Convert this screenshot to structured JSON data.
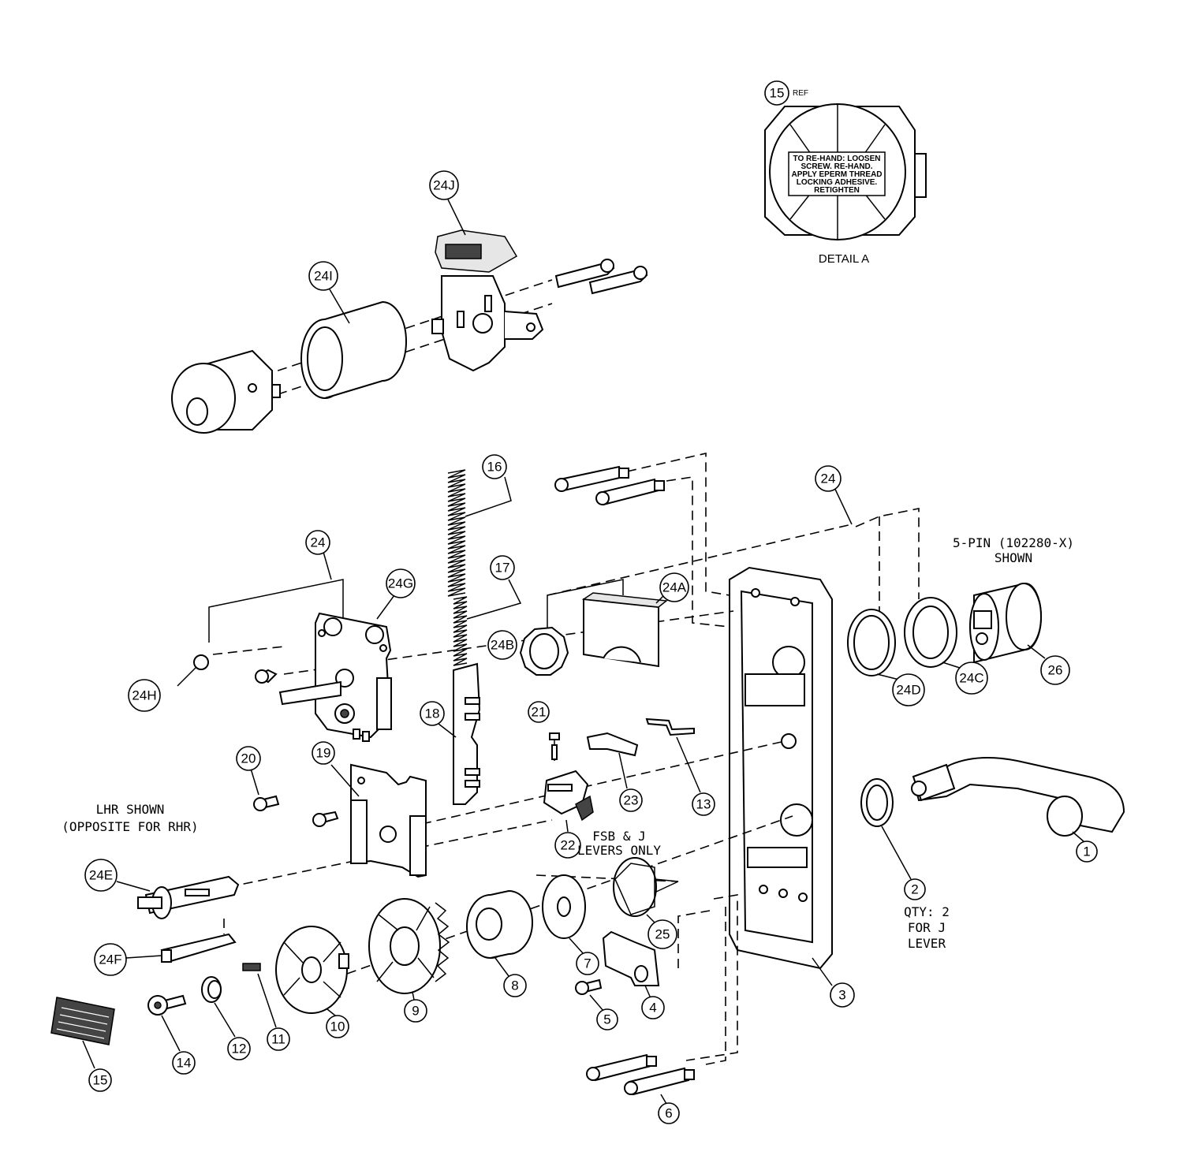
{
  "detail": {
    "caption": "DETAIL A",
    "ref_callout": "15",
    "ref_suffix": "REF",
    "label_lines": [
      "TO RE-HAND: LOOSEN",
      "SCREW. RE-HAND.",
      "APPLY EPERM THREAD",
      "LOCKING ADHESIVE.",
      "RETIGHTEN"
    ]
  },
  "notes": {
    "cylinder_line1": "5-PIN (102280-X)",
    "cylinder_line2": "SHOWN",
    "hand_line1": "LHR SHOWN",
    "hand_line2": "(OPPOSITE FOR RHR)",
    "fsb_line1": "FSB & J",
    "fsb_line2": "LEVERS ONLY",
    "qty_line1": "QTY: 2",
    "qty_line2": "FOR J",
    "qty_line3": "LEVER"
  },
  "callouts": {
    "c1": "1",
    "c2": "2",
    "c3": "3",
    "c4": "4",
    "c5": "5",
    "c6": "6",
    "c7": "7",
    "c8": "8",
    "c9": "9",
    "c10": "10",
    "c11": "11",
    "c12": "12",
    "c13": "13",
    "c14": "14",
    "c15": "15",
    "c16": "16",
    "c17": "17",
    "c18": "18",
    "c19": "19",
    "c20": "20",
    "c21": "21",
    "c22": "22",
    "c23": "23",
    "c24a": "24",
    "c24b": "24",
    "c24A": "24A",
    "c24B": "24B",
    "c24C": "24C",
    "c24D": "24D",
    "c24E": "24E",
    "c24F": "24F",
    "c24G": "24G",
    "c24H": "24H",
    "c24I": "24I",
    "c24J": "24J",
    "c25": "25",
    "c26": "26"
  }
}
